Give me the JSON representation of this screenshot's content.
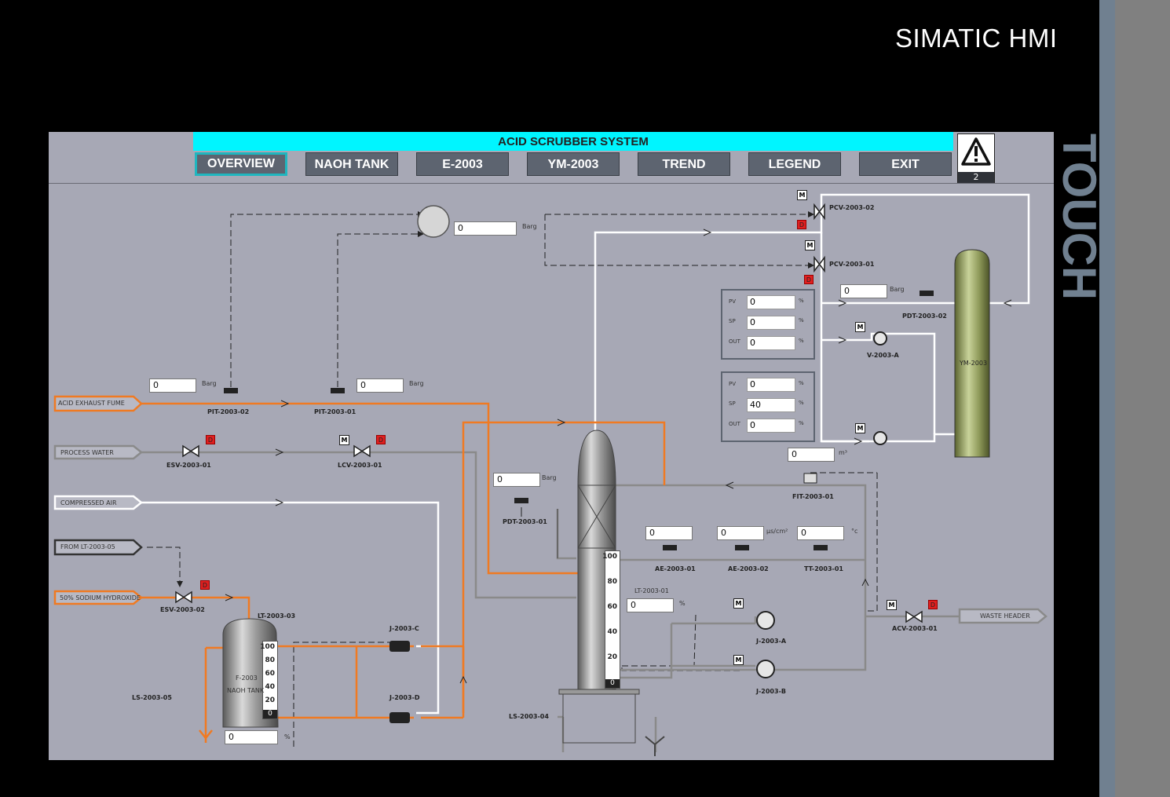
{
  "brand": "SIMATIC HMI",
  "touch": "TOUCH",
  "header": {
    "title": "ACID SCRUBBER SYSTEM",
    "nav": [
      "OVERVIEW",
      "NAOH TANK",
      "E-2003",
      "YM-2003",
      "TREND",
      "LEGEND",
      "EXIT"
    ],
    "active_nav": "OVERVIEW",
    "alarm_count": "2"
  },
  "colors": {
    "screen_bg": "#a7a8b5",
    "accent": "#00f5ff",
    "acid_line": "#f07a22",
    "gray_line": "#8a8a8a",
    "white_line": "#ffffff",
    "nav_bg": "#5d6470"
  },
  "sources": {
    "acid": "ACID EXHAUST FUME",
    "water": "PROCESS WATER",
    "air": "COMPRESSED AIR",
    "from_lt": "FROM LT-2003-05",
    "naoh": "50% SODIUM HYDROXIDE",
    "waste": "WASTE HEADER"
  },
  "values": {
    "top_pressure": "0",
    "pit02": "0",
    "pit01": "0",
    "pdt01": "0",
    "pdt02": "0",
    "ae01": "0",
    "ae02": "0",
    "tt01": "0",
    "lt01": "0",
    "lt03": "0",
    "flow": "0"
  },
  "units": {
    "barg": "Barg",
    "percent": "%",
    "conductivity": "µs/cm²",
    "temp": "°c",
    "volume": "m³"
  },
  "pid1": {
    "pv_label": "PV",
    "sp_label": "SP",
    "out_label": "OUT",
    "pv": "0",
    "sp": "0",
    "out": "0"
  },
  "pid2": {
    "pv_label": "PV",
    "sp_label": "SP",
    "out_label": "OUT",
    "pv": "0",
    "sp": "40",
    "out": "0"
  },
  "tags": {
    "pit02": "PIT-2003-02",
    "pit01": "PIT-2003-01",
    "esv01": "ESV-2003-01",
    "lcv01": "LCV-2003-01",
    "esv02": "ESV-2003-02",
    "lt03": "LT-2003-03",
    "ls05": "LS-2003-05",
    "jc": "J-2003-C",
    "jd": "J-2003-D",
    "ls04": "LS-2003-04",
    "pdt01": "PDT-2003-01",
    "lt01": "LT-2003-01",
    "ae01": "AE-2003-01",
    "ae02": "AE-2003-02",
    "tt01": "TT-2003-01",
    "fit01": "FIT-2003-01",
    "ja": "J-2003-A",
    "jb": "J-2003-B",
    "acv01": "ACV-2003-01",
    "pcv02": "PCV-2003-02",
    "pcv01": "PCV-2003-01",
    "pdt02": "PDT-2003-02",
    "va": "V-2003-A",
    "ym": "YM-2003",
    "tank_name": "F-2003",
    "tank_desc": "NAOH TANK"
  },
  "labels": {
    "m": "M",
    "d": "D"
  },
  "scale_naoh": [
    "100",
    "80",
    "60",
    "40",
    "20",
    "0"
  ],
  "scale_col": [
    "100",
    "80",
    "60",
    "40",
    "20",
    "0"
  ]
}
